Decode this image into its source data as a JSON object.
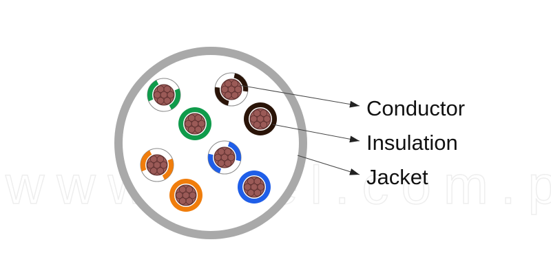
{
  "labels": {
    "conductor": "Conductor",
    "insulation": "Insulation",
    "jacket": "Jacket"
  },
  "watermark": "www.anel.com.pl",
  "colors": {
    "jacket": "#a9a9a9",
    "inner": "#ffffff",
    "copper": "#9b5a57",
    "copper_outline": "#5c2f2e",
    "green": "#0f9b4b",
    "brown": "#2a1408",
    "orange": "#f07d0c",
    "blue": "#1f5ee8",
    "leader_line": "#444444"
  },
  "wires": [
    {
      "name": "green-white",
      "color": "green",
      "striped": true
    },
    {
      "name": "brown-white",
      "color": "brown",
      "striped": true
    },
    {
      "name": "green",
      "color": "green",
      "striped": false
    },
    {
      "name": "brown",
      "color": "brown",
      "striped": false
    },
    {
      "name": "orange-white",
      "color": "orange",
      "striped": true
    },
    {
      "name": "blue-white",
      "color": "blue",
      "striped": true
    },
    {
      "name": "orange",
      "color": "orange",
      "striped": false
    },
    {
      "name": "blue",
      "color": "blue",
      "striped": false
    }
  ]
}
